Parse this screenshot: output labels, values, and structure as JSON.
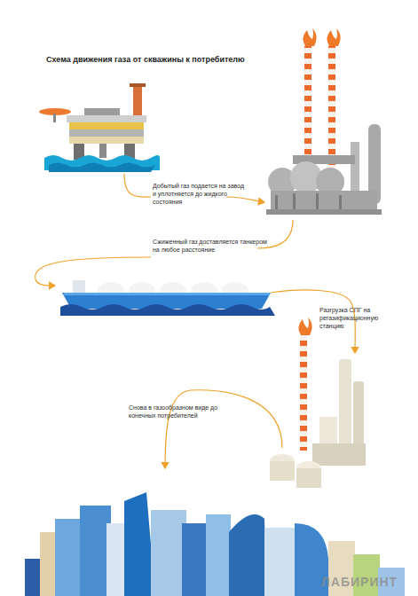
{
  "diagram": {
    "title": "Схема движения газа от скважины к потребителю",
    "labels": [
      "Добытый газ подается на завод и уплотняется до жидкого состояния",
      "Сжиженный газ доставляется танкером на любое расстояние",
      "Разгрузка СПГ на регазификационную станцию",
      "Снова в газообразном виде до конечных потребителей",
      "ЛАБИРИНТ"
    ]
  }
}
